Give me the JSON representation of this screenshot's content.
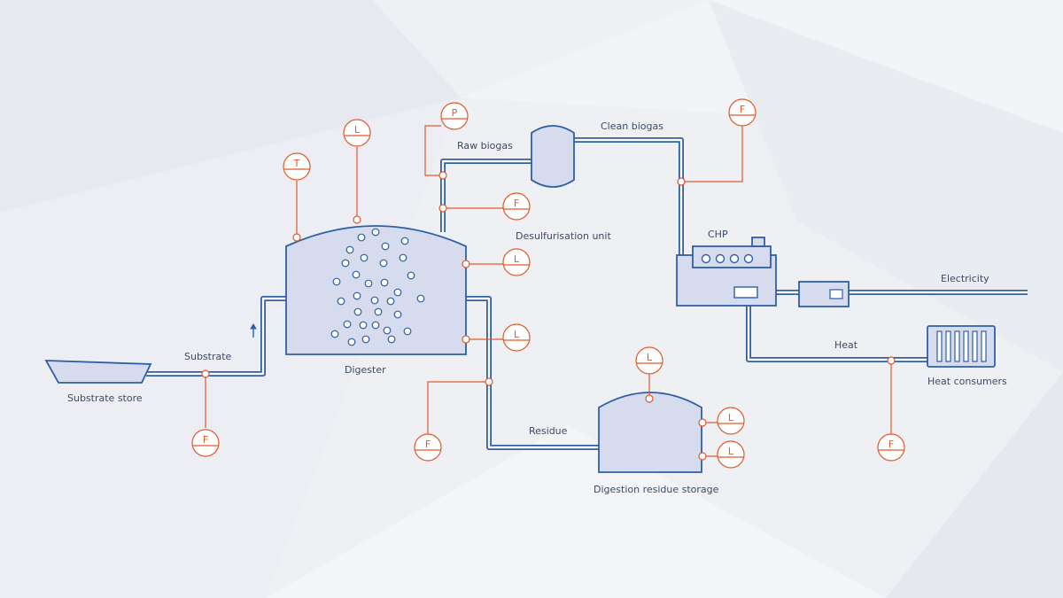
{
  "labels": {
    "substrate_store": "Substrate store",
    "substrate": "Substrate",
    "digester": "Digester",
    "raw_biogas": "Raw biogas",
    "desulfurisation_unit": "Desulfurisation unit",
    "clean_biogas": "Clean biogas",
    "chp": "CHP",
    "electricity": "Electricity",
    "heat": "Heat",
    "heat_consumers": "Heat consumers",
    "residue": "Residue",
    "digestion_residue_storage": "Digestion residue storage"
  },
  "instruments": {
    "T": "T",
    "L": "L",
    "P": "P",
    "F": "F"
  },
  "colors": {
    "pipe": "#2f5fa6",
    "vessel_fill": "#d6dcee",
    "instrument": "#e05a2b",
    "label": "#3d4a66",
    "background": "#eef0f4"
  }
}
